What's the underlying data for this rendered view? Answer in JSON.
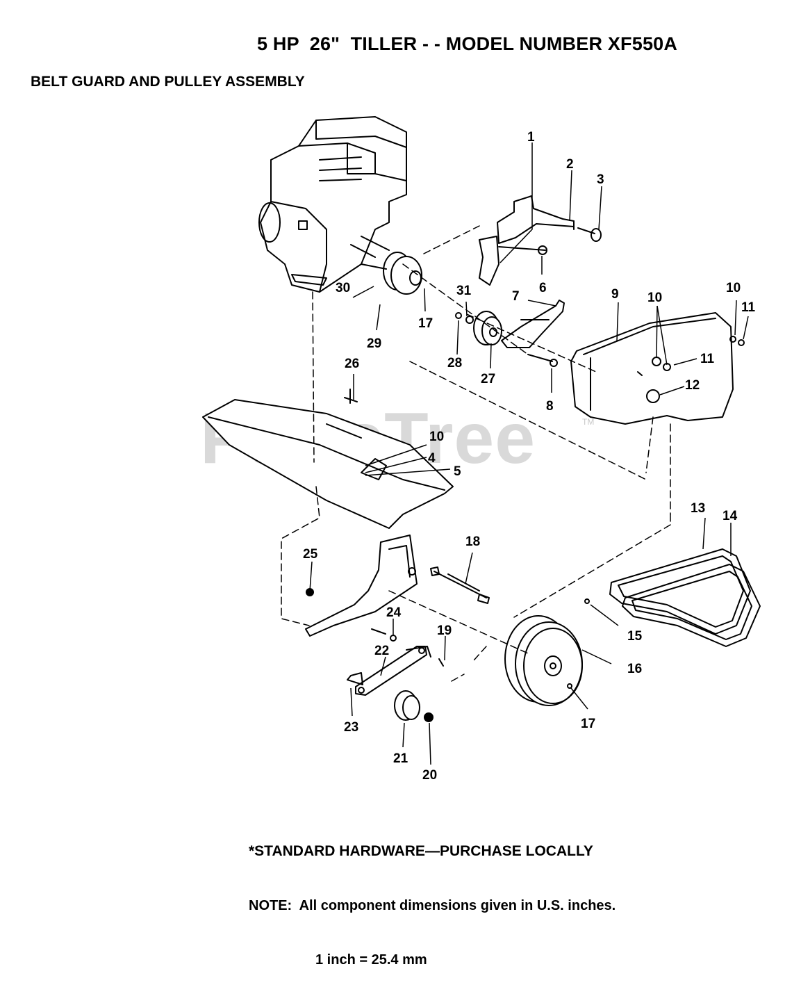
{
  "header": {
    "title": "5 HP  26\"  TILLER - - MODEL NUMBER XF550A",
    "subtitle": "BELT GUARD AND PULLEY ASSEMBLY"
  },
  "watermark": {
    "text": "PartsTree",
    "mark": "TM"
  },
  "callouts": [
    "1",
    "2",
    "3",
    "6",
    "30",
    "17",
    "29",
    "31",
    "7",
    "9",
    "10",
    "10",
    "11",
    "11",
    "28",
    "27",
    "8",
    "12",
    "26",
    "10",
    "4",
    "5",
    "13",
    "14",
    "18",
    "25",
    "24",
    "19",
    "15",
    "22",
    "16",
    "23",
    "17",
    "21",
    "20"
  ],
  "footer": {
    "line1": "*STANDARD HARDWARE—PURCHASE LOCALLY",
    "line2": "NOTE:  All component dimensions given in U.S. inches.",
    "line3": "1 inch = 25.4 mm"
  }
}
